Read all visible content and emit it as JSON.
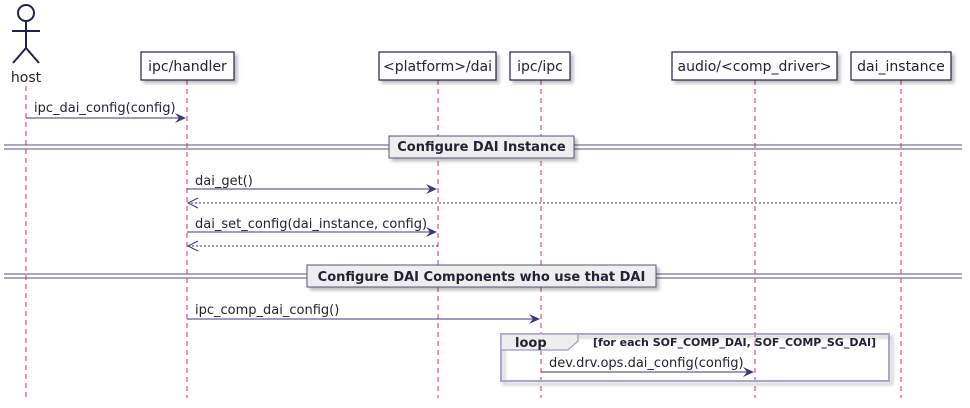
{
  "actor": {
    "label": "host"
  },
  "participants": [
    {
      "id": "handler",
      "label": "ipc/handler"
    },
    {
      "id": "platform_dai",
      "label": "<platform>/dai"
    },
    {
      "id": "ipc",
      "label": "ipc/ipc"
    },
    {
      "id": "comp_driver",
      "label": "audio/<comp_driver>"
    },
    {
      "id": "dai_instance",
      "label": "dai_instance"
    }
  ],
  "messages": [
    {
      "id": "m1",
      "label": "ipc_dai_config(config)"
    },
    {
      "id": "m2",
      "label": "dai_get()"
    },
    {
      "id": "m3",
      "label": ""
    },
    {
      "id": "m4",
      "label": "dai_set_config(dai_instance, config)"
    },
    {
      "id": "m5",
      "label": ""
    },
    {
      "id": "m6",
      "label": "ipc_comp_dai_config()"
    },
    {
      "id": "m7",
      "label": "dev.drv.ops.dai_config(config)"
    }
  ],
  "dividers": [
    {
      "label": "Configure DAI Instance"
    },
    {
      "label": "Configure DAI Components who use that DAI"
    }
  ],
  "loop": {
    "keyword": "loop",
    "condition": "[for each SOF_COMP_DAI, SOF_COMP_SG_DAI]"
  },
  "colors": {
    "lifeline": "#cc3366",
    "arrow": "#3b3b77",
    "box_border": "#222244",
    "loop_border": "#a8a8cc",
    "divider_line": "#555577",
    "divider_box_fill": "#eeeeee"
  }
}
